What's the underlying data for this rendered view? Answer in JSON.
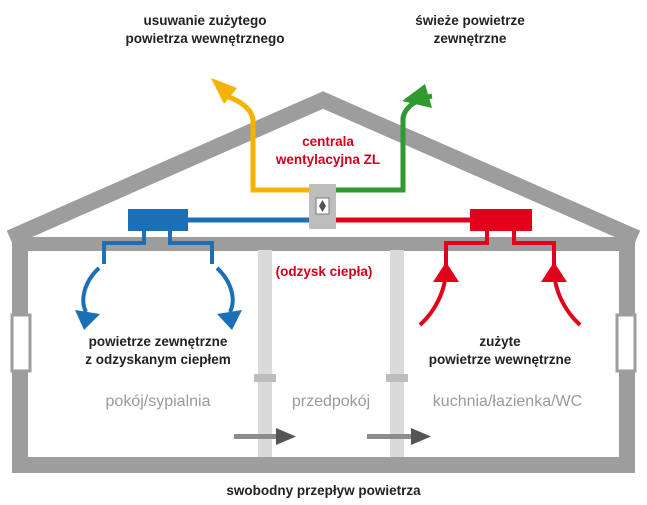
{
  "labels": {
    "exhaust_out": [
      "usuwanie zużytego",
      "powietrza wewnętrznego"
    ],
    "fresh_in": [
      "świeże powietrze",
      "zewnętrzne"
    ],
    "unit": [
      "centrala",
      "wentylacyjna ZL"
    ],
    "recovery": "(odzysk ciepła)",
    "supply": [
      "powietrze zewnętrzne",
      "z odzyskanym ciepłem"
    ],
    "extract": [
      "zużyte",
      "powietrze wewnętrzne"
    ],
    "room_left": "pokój/sypialnia",
    "room_middle": "przedpokój",
    "room_right": "kuchnia/łazienka/WC",
    "bottom": "swobodny przepływ powietrza"
  },
  "colors": {
    "house": "#9d9d9d",
    "supply_blue": "#1a6fb7",
    "extract_red": "#e2001a",
    "fresh_green": "#2f9a2f",
    "exhaust_yellow": "#f5b300",
    "unit_box": "#bdbdbd",
    "label_red": "#d0021b",
    "room_text": "#9a9a9a"
  },
  "icons": [
    "heat-exchanger-icon"
  ]
}
